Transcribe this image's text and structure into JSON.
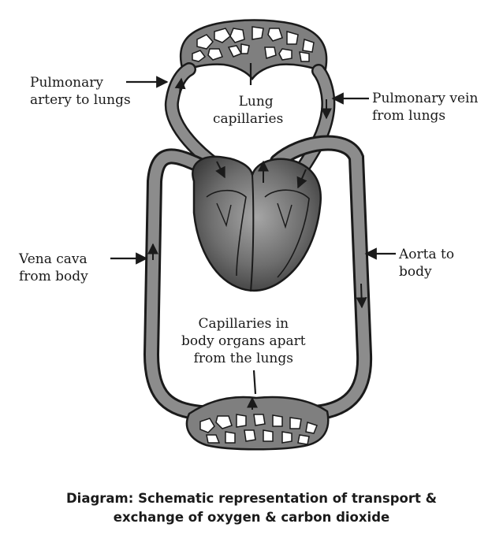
{
  "labels": {
    "pulmonary_artery": [
      "Pulmonary",
      "artery to lungs"
    ],
    "lung_capillaries": [
      "Lung",
      "capillaries"
    ],
    "pulmonary_vein": [
      "Pulmonary vein",
      "from lungs"
    ],
    "vena_cava": [
      "Vena cava",
      "from body"
    ],
    "aorta": [
      "Aorta to",
      "body"
    ],
    "body_capillaries": [
      "Capillaries in",
      "body organs apart",
      "from the lungs"
    ]
  },
  "caption": [
    "Diagram: Schematic representation of transport &",
    "exchange of oxygen & carbon dioxide"
  ],
  "colors": {
    "vessel_fill": "#8c8c8c",
    "vessel_outline": "#1a1a1a",
    "heart_dark": "#4a4a4a",
    "heart_light": "#9a9a9a",
    "capillary_fill": "#7f7f7f"
  }
}
